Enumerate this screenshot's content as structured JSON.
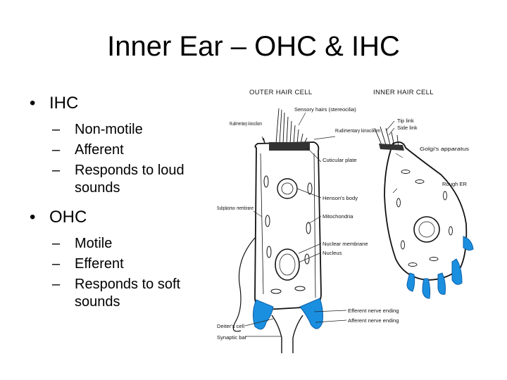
{
  "slide": {
    "title": "Inner Ear – OHC & IHC",
    "sections": [
      {
        "heading": "IHC",
        "items": [
          "Non-motile",
          "Afferent",
          "Responds to loud sounds"
        ]
      },
      {
        "heading": "OHC",
        "items": [
          "Motile",
          "Efferent",
          "Responds to soft sounds"
        ]
      }
    ]
  },
  "figure": {
    "outer_hair_cell": "OUTER HAIR CELL",
    "inner_hair_cell": "INNER HAIR CELL",
    "labels": {
      "sensory_hairs": "Sensory hairs (stereocilia)",
      "tip_link": "Tip link",
      "side_link": "Side link",
      "rudimentary_kinocilium_left": "Rudimentary kinocilium",
      "rudimentary_kinocilium_mid": "Rudimentary kinocilium",
      "golgi": "Golgi's apparatus",
      "cuticular_plate": "Cuticular plate",
      "rough_er": "Rough ER",
      "hensons_body": "Henson's body",
      "subplasma": "Subplasma- membrane",
      "mitochondria": "Mitochondria",
      "nuclear_membrane": "Nuclear membrane",
      "nucleus": "Nucleus",
      "efferent_ending": "Efferent nerve ending",
      "afferent_ending": "Afferent nerve ending",
      "deiters_cell": "Deiter's cell",
      "synaptic_bar": "Synaptic bar"
    },
    "colors": {
      "nerve": "#1a8fe0",
      "line": "#111111"
    }
  }
}
